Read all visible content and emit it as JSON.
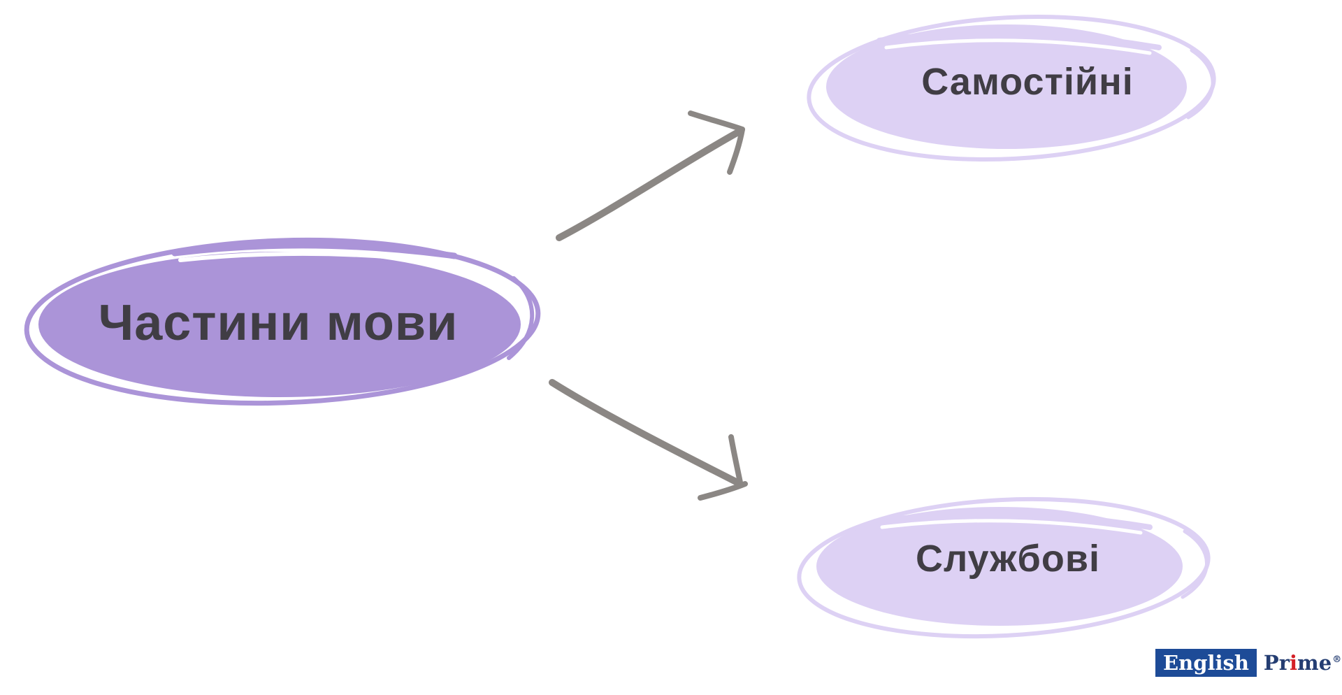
{
  "colors": {
    "background": "#ffffff",
    "bubbleMain": "#ab94d8",
    "bubbleLight": "#ddd1f4",
    "labelText": "#403d44",
    "arrow": "#8b8784",
    "logoBox": "#1d4b97",
    "logoText": "#243d72",
    "logoAccent": "#d42127"
  },
  "diagram": {
    "root": {
      "label": "Частини мови"
    },
    "branches": [
      {
        "label": "Самостійні"
      },
      {
        "label": "Службові"
      }
    ]
  },
  "logo": {
    "english": "English",
    "prime_pre": "Pr",
    "prime_accent": "i",
    "prime_post": "me",
    "registered": "®"
  }
}
